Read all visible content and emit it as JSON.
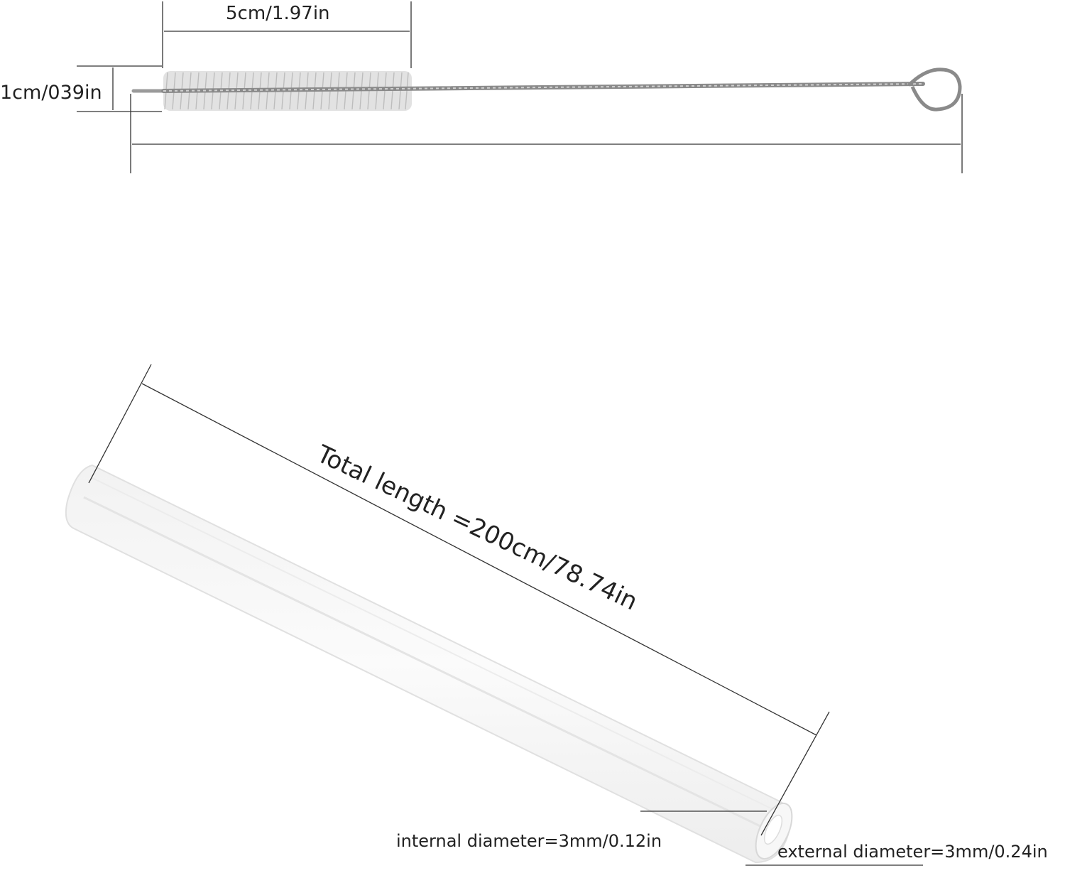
{
  "brush": {
    "bristle_length_label": "5cm/1.97in",
    "diameter_label": "1cm/039in"
  },
  "tube": {
    "total_length_label": "Total length =200cm/78.74in",
    "internal_diameter_label": "internal diameter=3mm/0.12in",
    "external_diameter_label": "external diameter=3mm/0.24in"
  },
  "colors": {
    "background": "#ffffff",
    "dimension_line": "#333333",
    "wire": "#8a8a8a",
    "bristle": "#d6d6d6",
    "tube_edge": "#e2e2e2"
  }
}
